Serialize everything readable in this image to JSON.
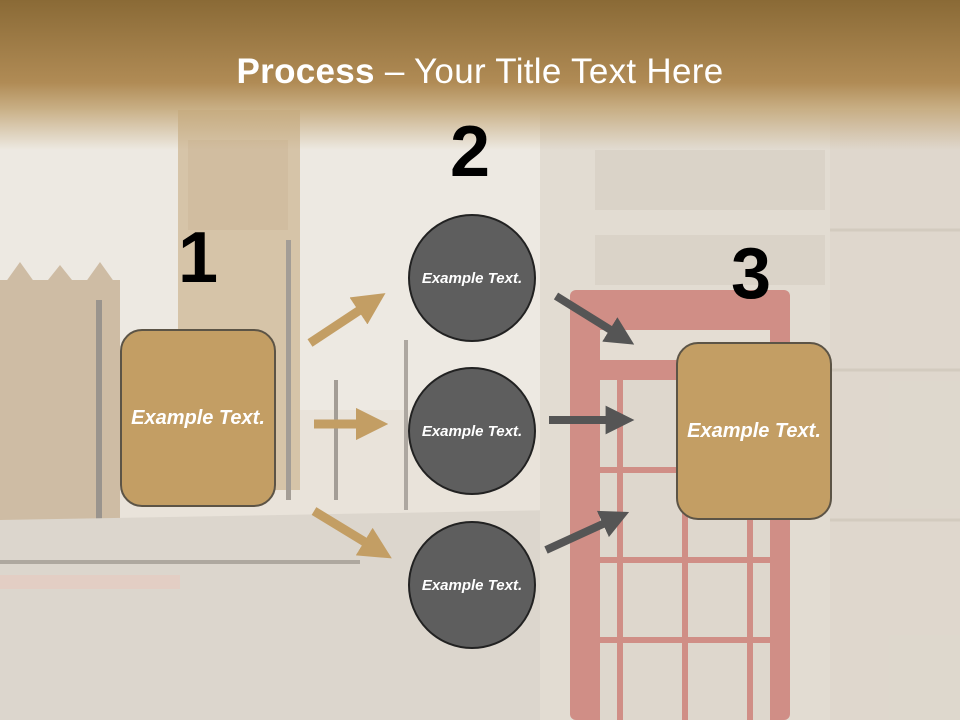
{
  "title": {
    "bold": "Process",
    "separator": " – ",
    "rest": "Your Title Text Here"
  },
  "steps": {
    "one": {
      "number": "1",
      "text": "Example Text."
    },
    "two": {
      "number": "2",
      "items": [
        "Example Text.",
        "Example Text.",
        "Example Text."
      ]
    },
    "three": {
      "number": "3",
      "text": "Example Text."
    }
  },
  "colors": {
    "box_fill": "#c39e64",
    "circle_fill": "#5e5e5e",
    "arrow_tan": "#c39e64",
    "arrow_gray": "#555555",
    "header": "#8a6a36"
  }
}
